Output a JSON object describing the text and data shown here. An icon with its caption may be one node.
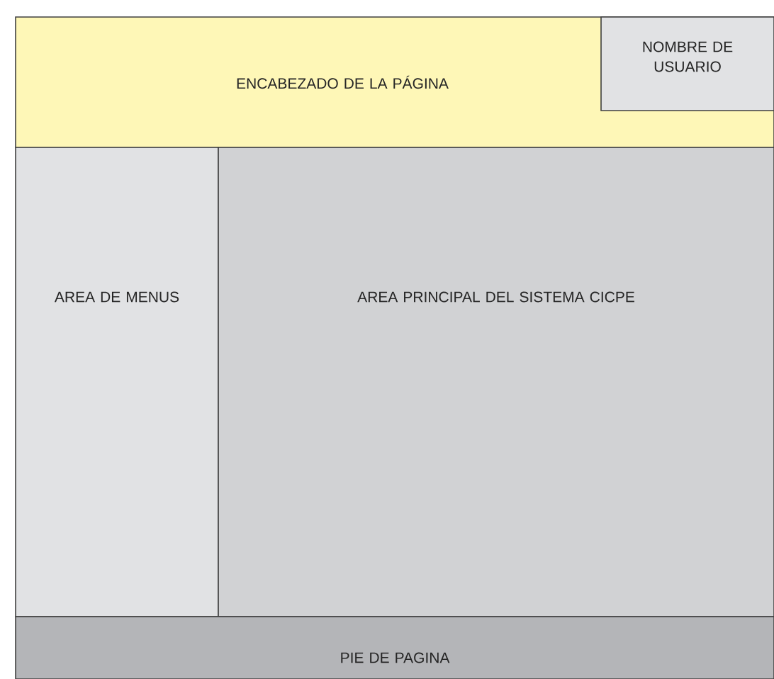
{
  "diagram": {
    "nodes": [
      {
        "text": [
          "ENCABEZADO DE LA PÁGINA"
        ]
      },
      {
        "text": [
          "NOMBRE DE USUARIO"
        ],
        "in": 0
      },
      {
        "text": [
          "AREA DE MENUS"
        ]
      },
      {
        "text": [
          "AREA PRINCIPAL DEL SISTEMA CICPE"
        ]
      },
      {
        "text": [
          "PIE DE PAGINA"
        ]
      }
    ]
  }
}
